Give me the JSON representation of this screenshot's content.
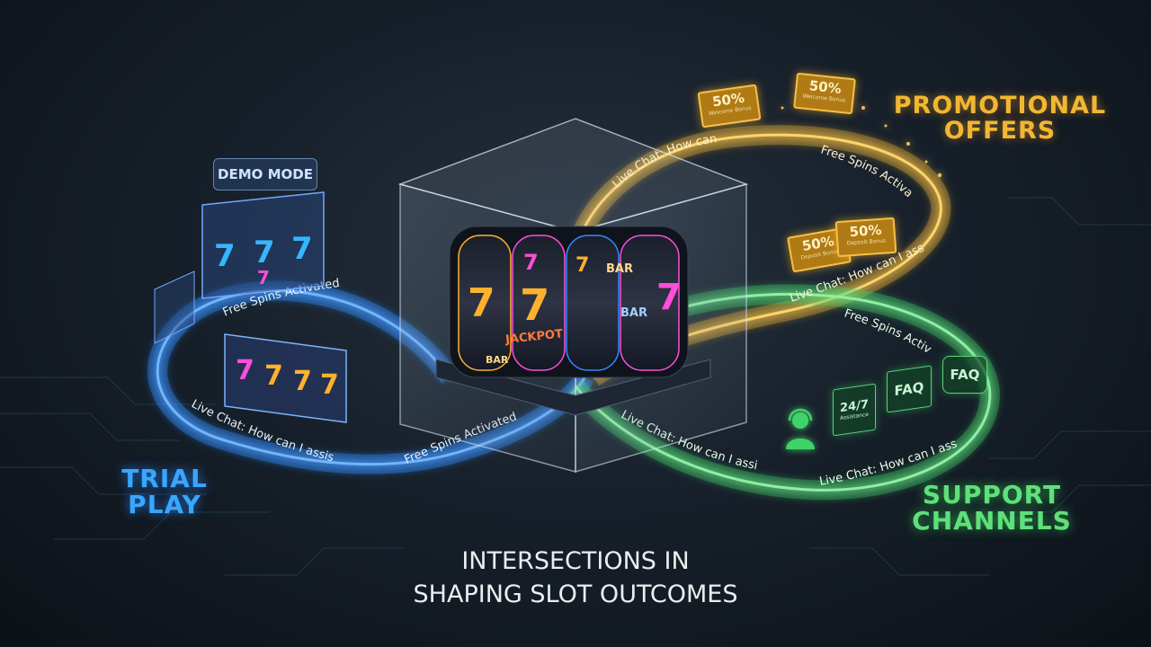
{
  "title_line1": "INTERSECTIONS IN",
  "title_line2": "SHAPING SLOT OUTCOMES",
  "labels": {
    "promo_line1": "PROMOTIONAL",
    "promo_line2": "OFFERS",
    "trial_line1": "TRIAL",
    "trial_line2": "PLAY",
    "support_line1": "SUPPORT",
    "support_line2": "CHANNELS",
    "demo_mode": "DEMO MODE"
  },
  "path_texts": {
    "free_spins": "Free Spins Activated",
    "live_chat": "Live Chat: How can I assist?"
  },
  "tickets": [
    {
      "pct": "50%",
      "sub": "Welcome Bonus"
    },
    {
      "pct": "50%",
      "sub": "Welcome Bonus"
    },
    {
      "pct": "50%",
      "sub": "Deposit Bonus"
    },
    {
      "pct": "50%",
      "sub": "Deposit Bonus"
    }
  ],
  "support_boxes": {
    "h247": "24/7",
    "h247_sub": "Assistance",
    "faq": "FAQ",
    "faq_bubble": "FAQ"
  },
  "reel_symbols": {
    "seven": "7",
    "bar": "BAR",
    "jackpot": "JACKPOT"
  },
  "colors": {
    "blue": "#2f8cff",
    "green": "#3fd36a",
    "gold": "#f2b732",
    "pink": "#ff4fd8"
  }
}
